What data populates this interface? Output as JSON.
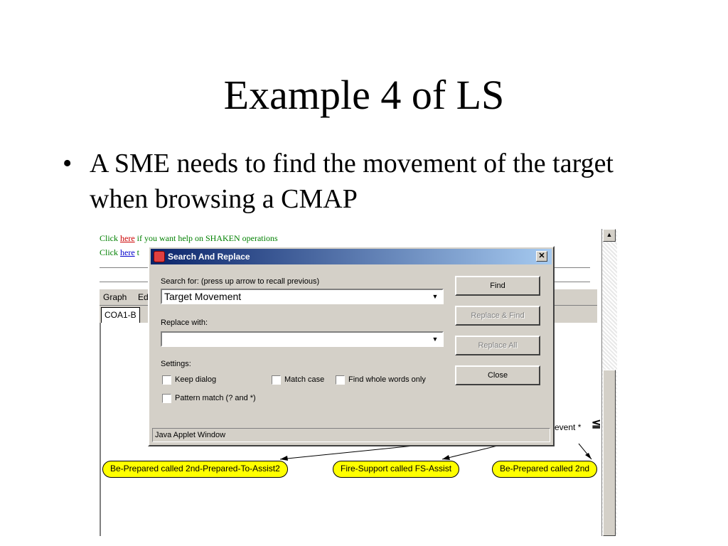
{
  "slide": {
    "title": "Example 4 of LS",
    "bullet_marker": "•",
    "bullet_text": "A SME needs to find the movement of the target when browsing a CMAP"
  },
  "browser": {
    "help_line_1": {
      "prefix": "Click ",
      "link": "here",
      "suffix": " if you want help on SHAKEN operations"
    },
    "help_line_2": {
      "prefix": "Click ",
      "link": "here",
      "suffix": " t"
    },
    "menu": [
      "Graph",
      "Ed"
    ],
    "tab_label": "COA1-B",
    "event_label": "event *",
    "nodes": [
      "Be-Prepared called 2nd-Prepared-To-Assist2",
      "Fire-Support called FS-Assist",
      "Be-Prepared called 2nd"
    ]
  },
  "dialog": {
    "title": "Search And Replace",
    "close_glyph": "✕",
    "search_label": "Search for: (press up arrow to recall previous)",
    "search_value": "Target Movement",
    "replace_label": "Replace with:",
    "replace_value": "",
    "settings_label": "Settings:",
    "options": {
      "keep_dialog": "Keep dialog",
      "match_case": "Match case",
      "whole_words": "Find whole words only",
      "pattern_match": "Pattern match (? and *)"
    },
    "buttons": {
      "find": "Find",
      "replace_find": "Replace & Find",
      "replace_all": "Replace All",
      "close": "Close"
    },
    "status": "Java Applet Window"
  },
  "colors": {
    "title_bar_start": "#0a246a",
    "title_bar_end": "#a6caf0",
    "node_fill": "#ffff00",
    "help_text": "#008000"
  }
}
